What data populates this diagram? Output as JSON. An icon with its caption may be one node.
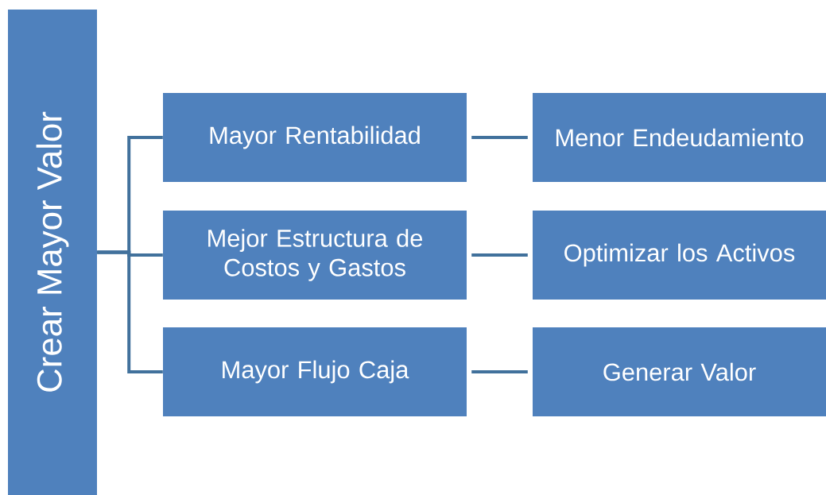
{
  "diagram": {
    "nodes": [
      {
        "text": [
          "Crear Mayor Valor"
        ]
      },
      {
        "text": [
          "Mayor Rentabilidad"
        ]
      },
      {
        "text": [
          "Menor Endeudamiento"
        ]
      },
      {
        "text": [
          "Mejor Estructura de Costos y Gastos"
        ]
      },
      {
        "text": [
          "Optimizar los Activos"
        ]
      },
      {
        "text": [
          "Mayor Flujo Caja"
        ]
      },
      {
        "text": [
          "Generar Valor"
        ]
      }
    ],
    "edges": [
      {
        "from": 0,
        "to": 1,
        "arrow": "none"
      },
      {
        "from": 0,
        "to": 3,
        "arrow": "none"
      },
      {
        "from": 0,
        "to": 5,
        "arrow": "none"
      },
      {
        "from": 1,
        "to": 2,
        "arrow": "none"
      },
      {
        "from": 3,
        "to": 4,
        "arrow": "none"
      },
      {
        "from": 5,
        "to": 6,
        "arrow": "none"
      }
    ]
  }
}
